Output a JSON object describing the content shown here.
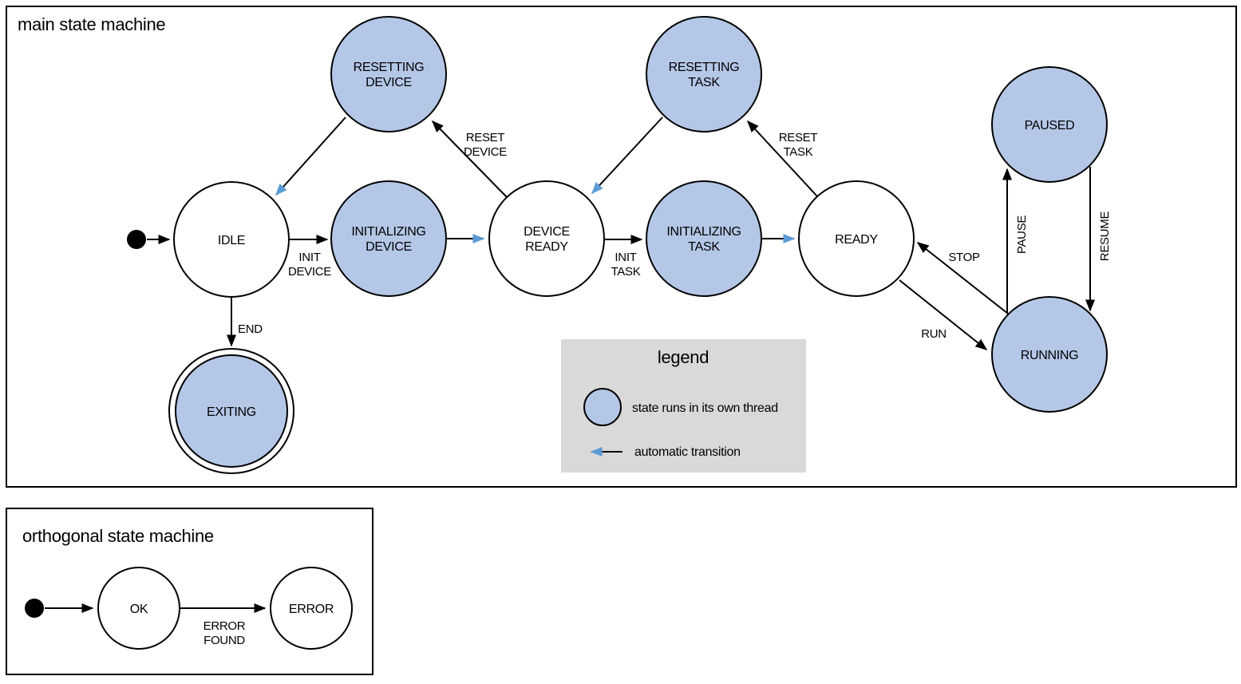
{
  "colors": {
    "state_thread_fill": "#b4c7e7",
    "state_plain_fill": "#ffffff",
    "auto_transition_blue": "#5b9bd5",
    "line_black": "#000000",
    "legend_bg": "#d9d9d9"
  },
  "main": {
    "title": "main state machine",
    "states": [
      {
        "name": "IDLE",
        "lines": [
          "IDLE"
        ],
        "threaded": false,
        "final": false
      },
      {
        "name": "RESETTING DEVICE",
        "lines": [
          "RESETTING",
          "DEVICE"
        ],
        "threaded": true,
        "final": false
      },
      {
        "name": "INITIALIZING DEVICE",
        "lines": [
          "INITIALIZING",
          "DEVICE"
        ],
        "threaded": true,
        "final": false
      },
      {
        "name": "DEVICE READY",
        "lines": [
          "DEVICE",
          "READY"
        ],
        "threaded": false,
        "final": false
      },
      {
        "name": "RESETTING TASK",
        "lines": [
          "RESETTING",
          "TASK"
        ],
        "threaded": true,
        "final": false
      },
      {
        "name": "INITIALIZING TASK",
        "lines": [
          "INITIALIZING",
          "TASK"
        ],
        "threaded": true,
        "final": false
      },
      {
        "name": "READY",
        "lines": [
          "READY"
        ],
        "threaded": false,
        "final": false
      },
      {
        "name": "PAUSED",
        "lines": [
          "PAUSED"
        ],
        "threaded": true,
        "final": false
      },
      {
        "name": "RUNNING",
        "lines": [
          "RUNNING"
        ],
        "threaded": true,
        "final": false
      },
      {
        "name": "EXITING",
        "lines": [
          "EXITING"
        ],
        "threaded": true,
        "final": true
      }
    ],
    "edges": [
      {
        "from": "initial",
        "to": "IDLE",
        "label_lines": [],
        "type": "manual"
      },
      {
        "from": "IDLE",
        "to": "INITIALIZING DEVICE",
        "label_lines": [
          "INIT",
          "DEVICE"
        ],
        "type": "manual"
      },
      {
        "from": "INITIALIZING DEVICE",
        "to": "DEVICE READY",
        "label_lines": [],
        "type": "automatic"
      },
      {
        "from": "DEVICE READY",
        "to": "RESETTING DEVICE",
        "label_lines": [
          "RESET",
          "DEVICE"
        ],
        "type": "manual"
      },
      {
        "from": "RESETTING DEVICE",
        "to": "IDLE",
        "label_lines": [],
        "type": "automatic"
      },
      {
        "from": "DEVICE READY",
        "to": "INITIALIZING TASK",
        "label_lines": [
          "INIT",
          "TASK"
        ],
        "type": "manual"
      },
      {
        "from": "INITIALIZING TASK",
        "to": "READY",
        "label_lines": [],
        "type": "automatic"
      },
      {
        "from": "READY",
        "to": "RESETTING TASK",
        "label_lines": [
          "RESET",
          "TASK"
        ],
        "type": "manual"
      },
      {
        "from": "RESETTING TASK",
        "to": "DEVICE READY",
        "label_lines": [],
        "type": "automatic"
      },
      {
        "from": "READY",
        "to": "RUNNING",
        "label_lines": [
          "RUN"
        ],
        "type": "manual"
      },
      {
        "from": "RUNNING",
        "to": "READY",
        "label_lines": [
          "STOP"
        ],
        "type": "manual"
      },
      {
        "from": "RUNNING",
        "to": "PAUSED",
        "label_lines": [
          "PAUSE"
        ],
        "type": "manual"
      },
      {
        "from": "PAUSED",
        "to": "RUNNING",
        "label_lines": [
          "RESUME"
        ],
        "type": "manual"
      },
      {
        "from": "IDLE",
        "to": "EXITING",
        "label_lines": [
          "END"
        ],
        "type": "manual"
      }
    ]
  },
  "legend": {
    "title": "legend",
    "thread_item": "state runs in its own thread",
    "auto_item": "automatic transition"
  },
  "ortho": {
    "title": "orthogonal state machine",
    "states": [
      {
        "name": "OK",
        "lines": [
          "OK"
        ],
        "threaded": false,
        "final": false
      },
      {
        "name": "ERROR",
        "lines": [
          "ERROR"
        ],
        "threaded": false,
        "final": false
      }
    ],
    "edges": [
      {
        "from": "initial",
        "to": "OK",
        "label_lines": [],
        "type": "manual"
      },
      {
        "from": "OK",
        "to": "ERROR",
        "label_lines": [
          "ERROR",
          "FOUND"
        ],
        "type": "manual"
      }
    ]
  }
}
